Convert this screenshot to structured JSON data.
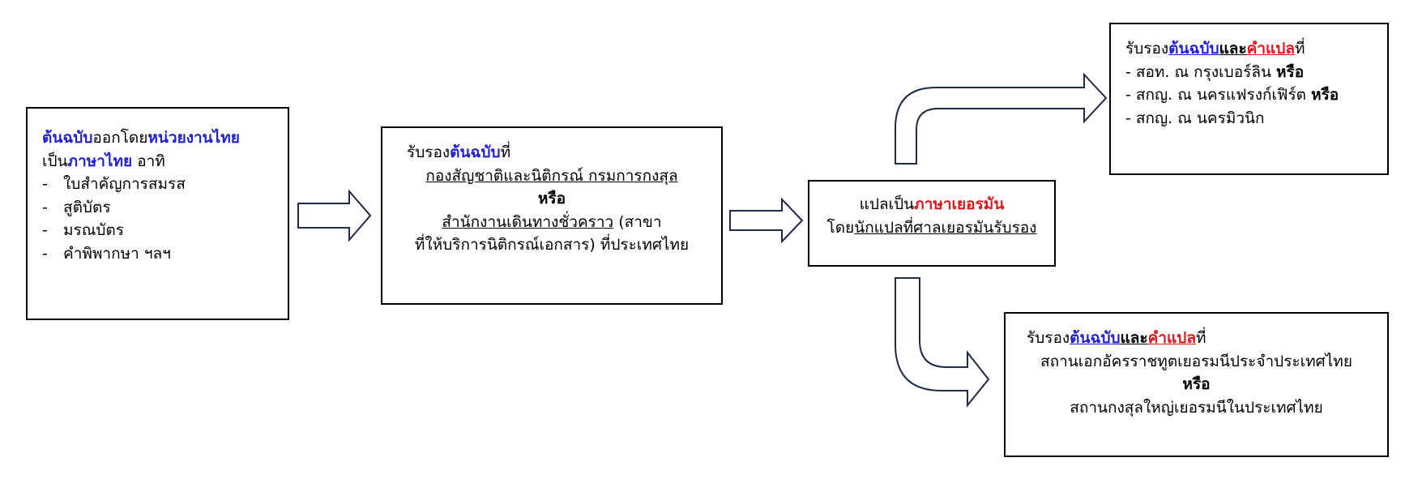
{
  "box1": {
    "line1_a": "ต้นฉบับ",
    "line1_b": "ออกโดย",
    "line1_c": "หน่วยงานไทย",
    "line2_a": "เป็น",
    "line2_b": "ภาษาไทย",
    "line2_c": " อาทิ",
    "items": [
      "ใบสำคัญการสมรส",
      "สูติบัตร",
      "มรณบัตร",
      "คำพิพากษา ฯลฯ"
    ]
  },
  "box2": {
    "line1_a": "รับรอง",
    "line1_b": "ต้นฉบับ",
    "line1_c": "ที่",
    "line2": "กองสัญชาติและนิติกรณ์ กรมการกงสุล",
    "line3": "หรือ",
    "line4_a": "สำนักงานเดินทางชั่วคราว",
    "line4_b": " (สาขา",
    "line5": "ที่ให้บริการนิติกรณ์เอกสาร) ที่ประเทศไทย"
  },
  "box3": {
    "line1_a": "แปลเป็น",
    "line1_b": "ภาษาเยอรมัน",
    "line2_a": "โดย",
    "line2_b": "นักแปลที่ศาลเยอรมันรับรอง"
  },
  "box4": {
    "line1_a": "รับรอง",
    "line1_b": "ต้นฉบับ",
    "line1_c": "และ",
    "line1_d": "คำแปล",
    "line1_e": "ที่",
    "item1_a": "- สอท. ณ กรุงเบอร์ลิน ",
    "item1_b": "หรือ",
    "item2_a": "- สกญ. ณ นครแฟรงก์เฟิร์ต ",
    "item2_b": "หรือ",
    "item3": "- สกญ. ณ นครมิวนิก"
  },
  "box5": {
    "line1_a": "รับรอง",
    "line1_b": "ต้นฉบับ",
    "line1_c": "และ",
    "line1_d": "คำแปล",
    "line1_e": "ที่",
    "line2": "สถานเอกอัครราชทูตเยอรมนีประจำประเทศไทย",
    "line3": "หรือ",
    "line4": "สถานกงสุลใหญ่เยอรมนีในประเทศไทย"
  },
  "colors": {
    "highlight_blue": "#1f1fd6",
    "highlight_red": "#e0161b",
    "border": "#000000"
  }
}
